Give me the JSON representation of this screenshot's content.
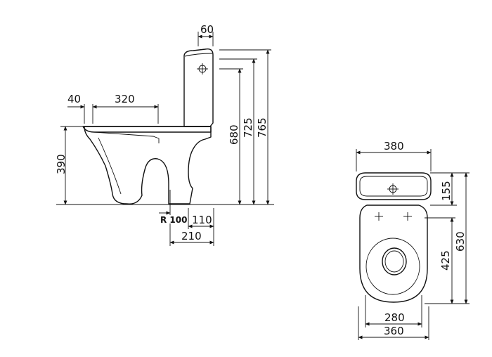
{
  "side_view": {
    "dimensions": {
      "tank_lip": "60",
      "rim_offset": "40",
      "bowl_width": "320",
      "seat_height": "390",
      "pipe_radius": "R 100",
      "outlet_offset": "110",
      "outlet_center": "210",
      "height_680": "680",
      "height_725": "725",
      "height_765": "765"
    }
  },
  "top_view": {
    "dimensions": {
      "tank_width": "380",
      "tank_depth": "155",
      "total_depth": "630",
      "bowl_depth": "425",
      "bowl_inner_width": "280",
      "bowl_outer_width": "360"
    }
  }
}
